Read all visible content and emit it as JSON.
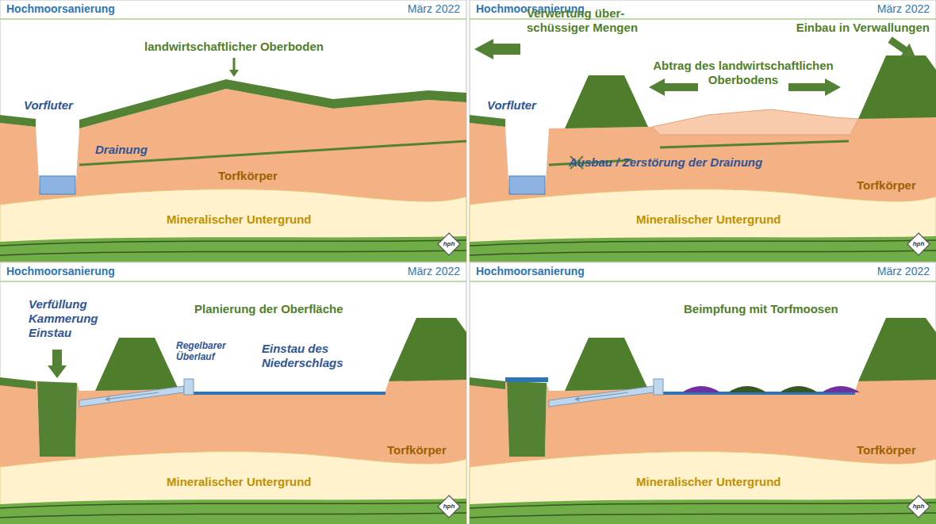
{
  "diagram": {
    "labels": [
      "Hochmoorsanierung",
      "März 2022",
      "landwirtschaftlicher Oberboden",
      "Vorfluter",
      "Drainung",
      "Torfkörper",
      "Mineralischer Untergrund",
      "hph",
      "Hochmoorsanierung",
      "März 2022",
      "Verwertung über- schüssiger Mengen",
      "Einbau in Verwallungen",
      "Abtrag des landwirtschaftlichen Oberbodens",
      "Vorfluter",
      "Ausbau / Zerstörung der Drainung",
      "Torfkörper",
      "Mineralischer Untergrund",
      "hph",
      "Hochmoorsanierung",
      "März 2022",
      "Verfüllung Kammerung Einstau",
      "Planierung der Oberfläche",
      "Regelbarer Überlauf",
      "Einstau des Niederschlags",
      "Torfkörper",
      "Mineralischer Untergrund",
      "hph",
      "Hochmoorsanierung",
      "März 2022",
      "Beimpfung mit Torfmoosen",
      "Torfkörper",
      "Mineralischer Untergrund",
      "hph"
    ]
  }
}
